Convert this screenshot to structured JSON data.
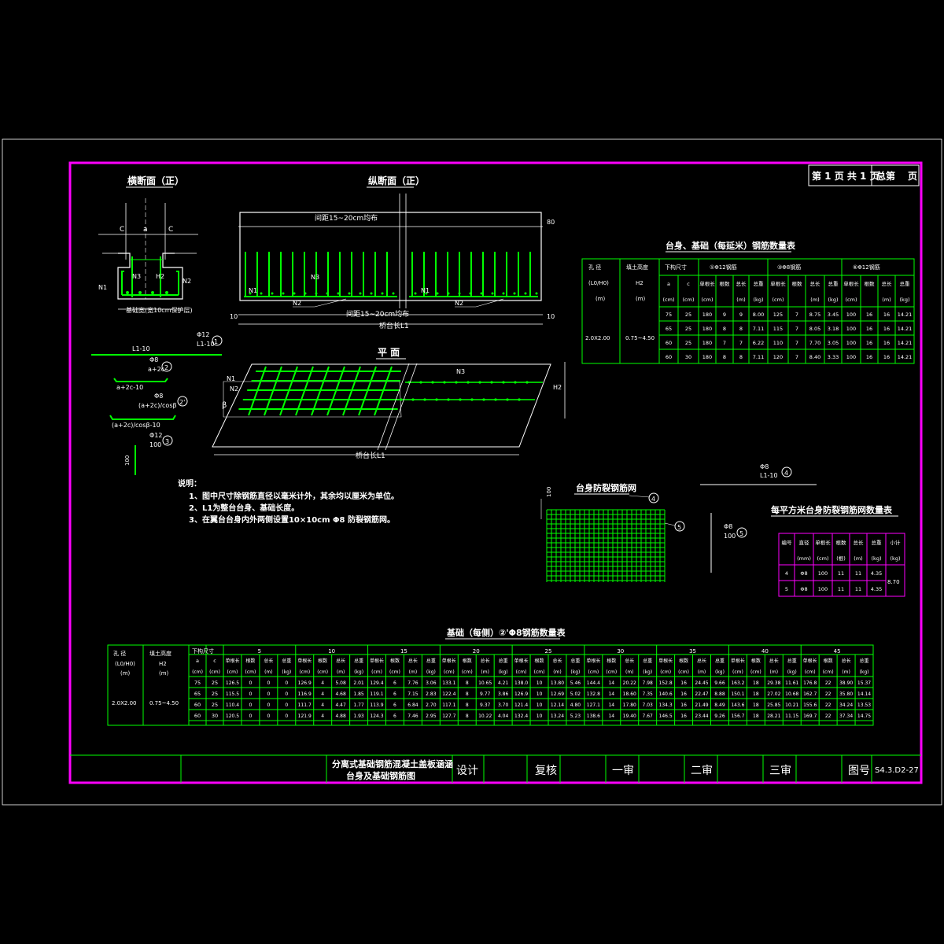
{
  "page_header": {
    "page_info": "第 1 页 共 1 页",
    "total_label": "总第",
    "page_label": "页"
  },
  "views": {
    "cross_section": "横断面（正）",
    "long_section": "纵断面（正）",
    "plan": "平 面",
    "crack_mesh": "台身防裂钢筋网"
  },
  "dims": {
    "top_spacing": "间距15~20cm均布",
    "bottom_spacing": "间距15~20cm均布",
    "found_width": "基础宽(宽10cm保护层)",
    "length_long": "桥台长L1",
    "length_plan": "桥台长L1",
    "len_80": "80",
    "len_10": "10",
    "dim_100": "100"
  },
  "labels": {
    "C": "C",
    "a": "a",
    "N1": "N1",
    "N2": "N2",
    "N3": "N3",
    "H2": "H2",
    "beta": "β"
  },
  "bar_details": {
    "b1_dia": "Φ12",
    "b1_len": "L1-10",
    "b1_text": "L1-10",
    "b1_num": "①",
    "b2_dia": "Φ8",
    "b2_len": "a+2c",
    "b2_text": "a+2c-10",
    "b2_num": "②",
    "b2p_dia": "Φ8",
    "b2p_len": "(a+2c)/cosβ",
    "b2p_text": "(a+2c)/cosβ-10",
    "b2p_num": "②'",
    "b3_dia": "Φ12",
    "b3_len": "100",
    "b3_num": "③",
    "b4_dia": "Φ8",
    "b4_len": "L1-10",
    "b4_num": "④",
    "b5_dia": "Φ8",
    "b5_num": "⑤"
  },
  "notes": {
    "title": "说明：",
    "lines": [
      "1、图中尺寸除钢筋直径以毫米计外，其余均以厘米为单位。",
      "2、L1为整台台身、基础长度。",
      "3、在翼台台身内外两侧设置10×10cm Φ8 防裂钢筋网。"
    ]
  },
  "table1": {
    "title": "台身、基础（每延米）钢筋数量表",
    "col_kongjing": "孔 径",
    "col_kongjing_unit": "(L0/H0)",
    "col_kongjing_unit2": "(m)",
    "col_tianshu": "填土高度",
    "col_tianshu_sym": "H2",
    "col_tianshu_unit": "(m)",
    "col_xiagou": "下构尺寸",
    "group1": "①Φ12钢筋",
    "group2": "③Φ8钢筋",
    "group3": "⑥Φ12钢筋",
    "sub_a": "a",
    "sub_c": "c",
    "sub_unit_cm": "(cm)",
    "sub_dangenchang": "单根长",
    "sub_genshu": "根数",
    "sub_zongchang": "总长",
    "sub_zhongliang": "总重",
    "unit_m": "(m)",
    "unit_kg": "(kg)",
    "kongjing_value": "2.0X2.00",
    "tianshu_value": "0.75~4.50",
    "rows": [
      [
        "75",
        "25",
        "180",
        "9",
        "9",
        "8.00",
        "125",
        "7",
        "8.75",
        "3.45",
        "100",
        "16",
        "16",
        "14.21"
      ],
      [
        "65",
        "25",
        "180",
        "8",
        "8",
        "7.11",
        "115",
        "7",
        "8.05",
        "3.18",
        "100",
        "16",
        "16",
        "14.21"
      ],
      [
        "60",
        "25",
        "180",
        "7",
        "7",
        "6.22",
        "110",
        "7",
        "7.70",
        "3.05",
        "100",
        "16",
        "16",
        "14.21"
      ],
      [
        "60",
        "30",
        "180",
        "8",
        "8",
        "7.11",
        "120",
        "7",
        "8.40",
        "3.33",
        "100",
        "16",
        "16",
        "14.21"
      ]
    ]
  },
  "table2": {
    "title": "每平方米台身防裂钢筋网数量表",
    "headers": [
      "编号",
      "直径",
      "单根长",
      "根数",
      "总长",
      "总重",
      "小计"
    ],
    "units": [
      "",
      "(mm)",
      "(cm)",
      "(根)",
      "(m)",
      "(kg)",
      "(kg)"
    ],
    "rows": [
      [
        "4",
        "Φ8",
        "100",
        "11",
        "11",
        "4.35"
      ],
      [
        "5",
        "Φ8",
        "100",
        "11",
        "11",
        "4.35"
      ]
    ],
    "subtotal": "8.70"
  },
  "table3": {
    "title": "基础（每侧）②'Φ8钢筋数量表",
    "col_kongjing": "孔 径",
    "col_kongjing_unit": "(L0/H0)",
    "col_kongjing_unit2": "(m)",
    "col_tianshu": "填土高度",
    "col_tianshu_sym": "H2",
    "col_tianshu_unit": "(m)",
    "col_xiagou": "下构尺寸",
    "angles": [
      "5",
      "10",
      "15",
      "20",
      "25",
      "30",
      "35",
      "40",
      "45"
    ],
    "sub_a": "a",
    "sub_c": "c",
    "sub_unit_cm": "(cm)",
    "sub_dangenchang": "单根长",
    "sub_genshu": "根数",
    "sub_zongchang": "总长",
    "sub_zhongliang": "总重",
    "unit_cm": "(cm)",
    "unit_m": "(m)",
    "unit_kg": "(kg)",
    "kongjing_value": "2.0X2.00",
    "tianshu_value": "0.75~4.50",
    "rows": [
      [
        "75",
        "25",
        "126.5",
        "0",
        "0",
        "0",
        "126.9",
        "4",
        "5.08",
        "2.01",
        "129.4",
        "6",
        "7.76",
        "3.06",
        "133.1",
        "8",
        "10.65",
        "4.21",
        "138.0",
        "10",
        "13.80",
        "5.46",
        "144.4",
        "14",
        "20.22",
        "7.98",
        "152.8",
        "16",
        "24.45",
        "9.66",
        "163.2",
        "18",
        "29.38",
        "11.61",
        "176.8",
        "22",
        "38.90",
        "15.37"
      ],
      [
        "65",
        "25",
        "115.5",
        "0",
        "0",
        "0",
        "116.9",
        "4",
        "4.68",
        "1.85",
        "119.1",
        "6",
        "7.15",
        "2.83",
        "122.4",
        "8",
        "9.77",
        "3.86",
        "126.9",
        "10",
        "12.69",
        "5.02",
        "132.8",
        "14",
        "18.60",
        "7.35",
        "140.6",
        "16",
        "22.47",
        "8.88",
        "150.1",
        "18",
        "27.02",
        "10.68",
        "162.7",
        "22",
        "35.80",
        "14.14"
      ],
      [
        "60",
        "25",
        "110.4",
        "0",
        "0",
        "0",
        "111.7",
        "4",
        "4.47",
        "1.77",
        "113.9",
        "6",
        "6.84",
        "2.70",
        "117.1",
        "8",
        "9.37",
        "3.70",
        "121.4",
        "10",
        "12.14",
        "4.80",
        "127.1",
        "14",
        "17.80",
        "7.03",
        "134.3",
        "16",
        "21.49",
        "8.49",
        "143.6",
        "18",
        "25.85",
        "10.21",
        "155.6",
        "22",
        "34.24",
        "13.53"
      ],
      [
        "60",
        "30",
        "120.5",
        "0",
        "0",
        "0",
        "121.9",
        "4",
        "4.88",
        "1.93",
        "124.3",
        "6",
        "7.46",
        "2.95",
        "127.7",
        "8",
        "10.22",
        "4.04",
        "132.4",
        "10",
        "13.24",
        "5.23",
        "138.6",
        "14",
        "19.40",
        "7.67",
        "146.5",
        "16",
        "23.44",
        "9.26",
        "156.7",
        "18",
        "28.21",
        "11.15",
        "169.7",
        "22",
        "37.34",
        "14.75"
      ]
    ]
  },
  "title_block": {
    "drawing_title_1": "分离式基础钢筋混凝土盖板涵涵",
    "drawing_title_2": "台身及基础钢筋图",
    "design": "设计",
    "review": "复核",
    "first_review": "一审",
    "second_review": "二审",
    "third_review": "三审",
    "drawing_no_label": "图号",
    "drawing_no": "S4.3.D2-27"
  },
  "colors": {
    "frame": "#ff00ff",
    "line": "#ffffff",
    "rebar": "#00ff00",
    "table": "#00ff00",
    "text": "#ffffff"
  }
}
